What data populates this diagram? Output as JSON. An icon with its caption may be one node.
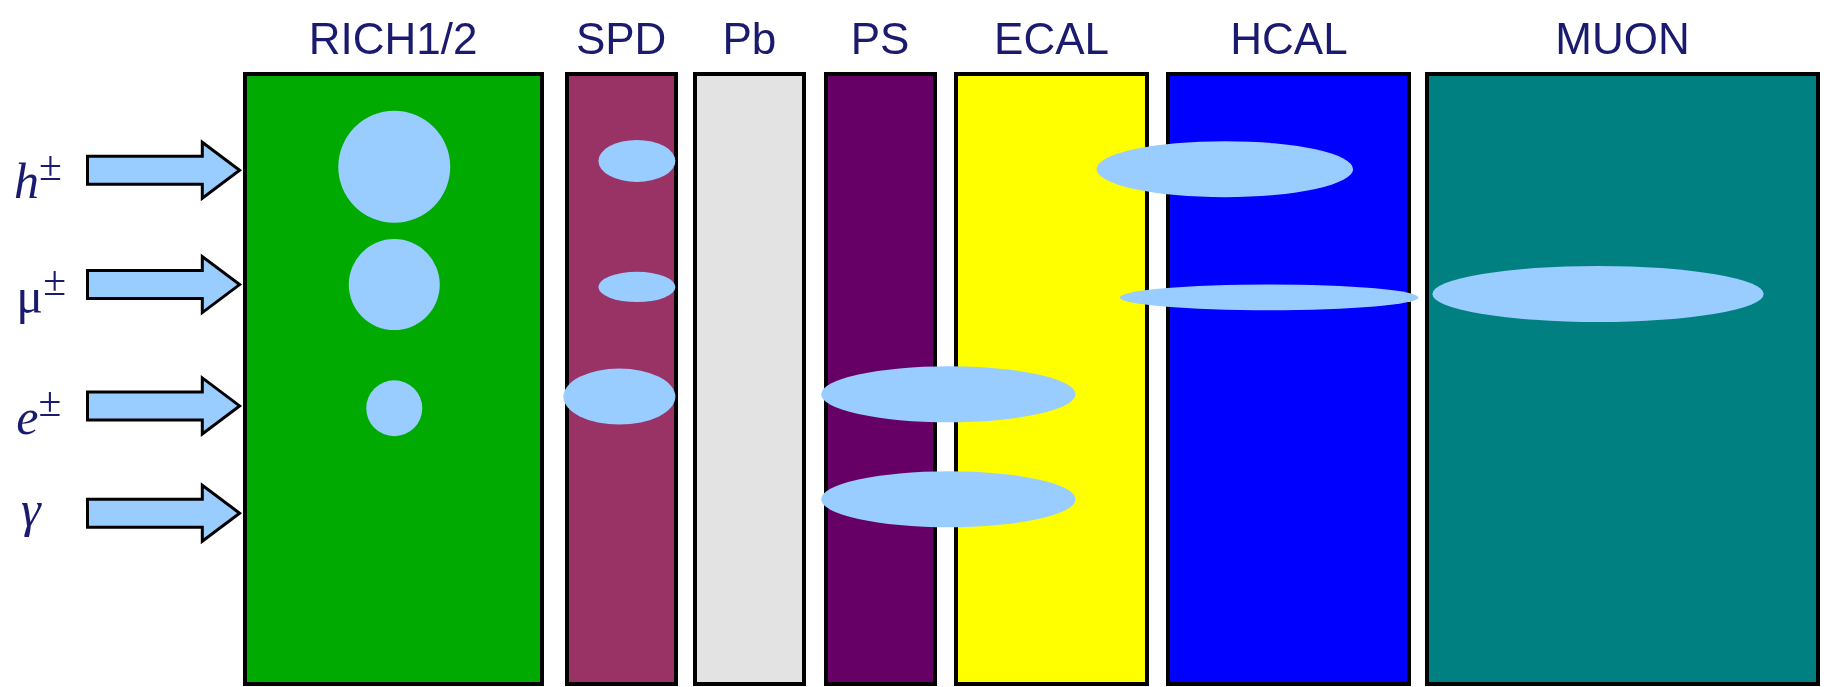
{
  "diagram": {
    "nodes": [
      {
        "text": [
          "RICH1/2"
        ]
      },
      {
        "text": [
          "SPD"
        ]
      },
      {
        "text": [
          "Pb"
        ]
      },
      {
        "text": [
          "PS"
        ]
      },
      {
        "text": [
          "ECAL"
        ]
      },
      {
        "text": [
          "HCAL"
        ]
      },
      {
        "text": [
          "MUON"
        ]
      },
      {
        "text": [
          "*h*$^{±}$"
        ]
      },
      {
        "text": [
          "μ$^{±}$"
        ]
      },
      {
        "text": [
          "*e*$^{±}$"
        ]
      },
      {
        "text": [
          "*γ*"
        ]
      }
    ],
    "edges": [
      {
        "from": 7,
        "to": 0,
        "arrow": "to"
      },
      {
        "from": 8,
        "to": 0,
        "arrow": "to"
      },
      {
        "from": 9,
        "to": 0,
        "arrow": "to"
      },
      {
        "from": 10,
        "to": 0,
        "arrow": "to"
      }
    ]
  }
}
